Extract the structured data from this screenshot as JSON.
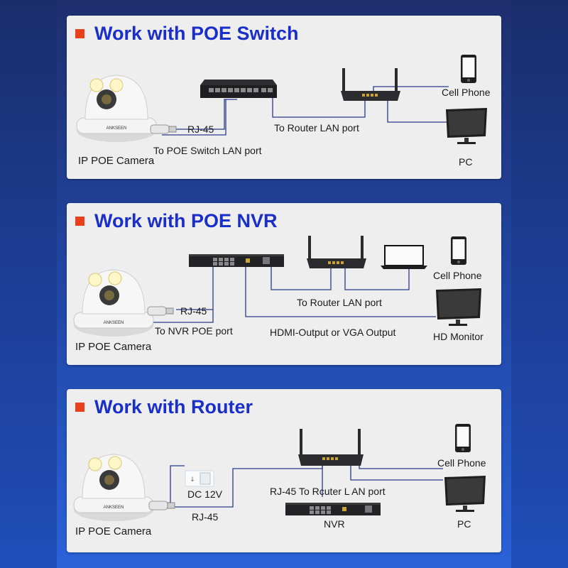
{
  "sections": [
    {
      "title": "Work with POE Switch",
      "labels": {
        "rj45": "RJ-45",
        "to_switch": "To POE Switch LAN port",
        "camera": "IP POE Camera",
        "to_router": "To Router LAN port",
        "cell_phone": "Cell Phone",
        "pc": "PC"
      }
    },
    {
      "title": "Work with POE NVR",
      "labels": {
        "rj45": "RJ-45",
        "to_nvr": "To NVR POE port",
        "camera": "IP POE Camera",
        "to_router": "To Router LAN port",
        "hdmi": "HDMI-Output or VGA Output",
        "cell_phone": "Cell Phone",
        "hd_monitor": "HD Monitor"
      }
    },
    {
      "title": "Work with Router",
      "labels": {
        "dc": "DC 12V",
        "rj45": "RJ-45",
        "camera": "IP POE Camera",
        "to_router": "RJ-45 To Rcuter L AN port",
        "nvr": "NVR",
        "cell_phone": "Cell Phone",
        "pc": "PC"
      }
    }
  ],
  "camera_brand": "ANKSEEN",
  "colors": {
    "title": "#1a2ec8",
    "bullet": "#e8401c",
    "panel": "#eeeeef",
    "wire": "#2a3a8a"
  }
}
